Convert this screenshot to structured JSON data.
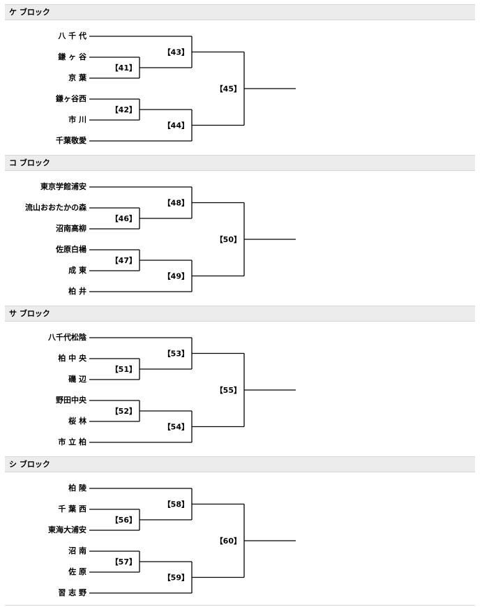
{
  "blocks": [
    {
      "title": "ケ ブロック",
      "teams": [
        "八 千 代",
        "鎌 ヶ 谷",
        "京 葉",
        "鎌ヶ谷西",
        "市 川",
        "千葉敬愛"
      ],
      "matches": [
        "【41】",
        "【42】",
        "【43】",
        "【44】",
        "【45】"
      ]
    },
    {
      "title": "コ ブロック",
      "teams": [
        "東京学館浦安",
        "流山おおたかの森",
        "沼南高柳",
        "佐原白楊",
        "成 東",
        "柏 井"
      ],
      "matches": [
        "【46】",
        "【47】",
        "【48】",
        "【49】",
        "【50】"
      ]
    },
    {
      "title": "サ ブロック",
      "teams": [
        "八千代松陰",
        "柏 中 央",
        "磯 辺",
        "野田中央",
        "桜 林",
        "市 立 柏"
      ],
      "matches": [
        "【51】",
        "【52】",
        "【53】",
        "【54】",
        "【55】"
      ]
    },
    {
      "title": "シ ブロック",
      "teams": [
        "柏 陵",
        "千 葉 西",
        "東海大浦安",
        "沼 南",
        "佐 原",
        "習 志 野"
      ],
      "matches": [
        "【56】",
        "【57】",
        "【58】",
        "【59】",
        "【60】"
      ]
    }
  ]
}
